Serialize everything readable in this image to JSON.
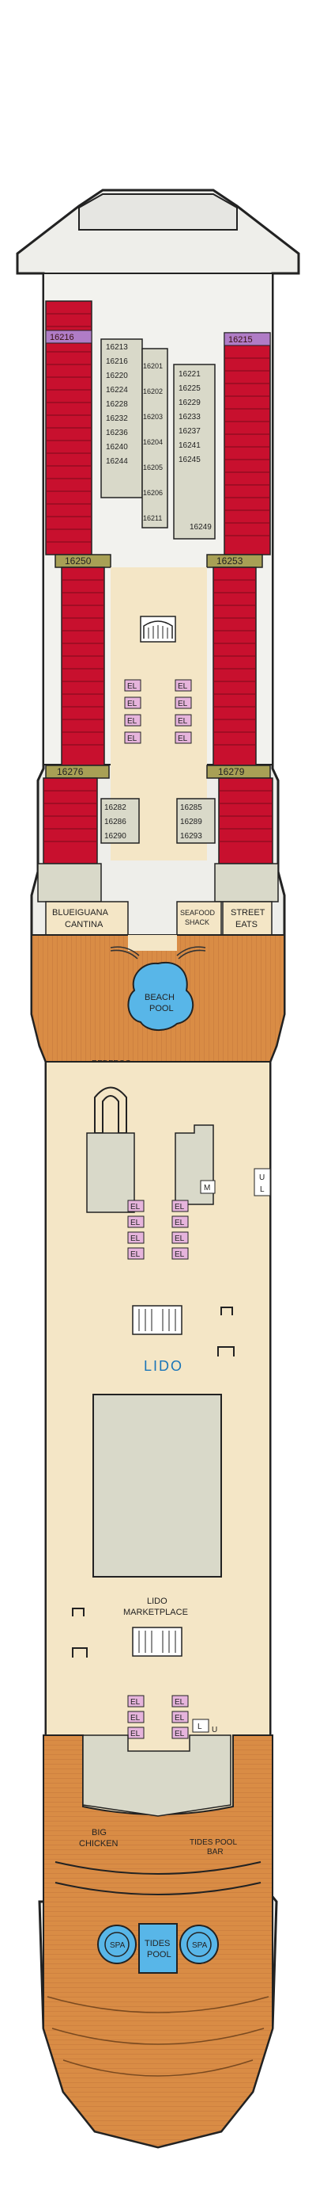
{
  "colors": {
    "cabin_red": "#c8102e",
    "suite_purple": "#b07cc6",
    "interior_gray": "#d9d9c9",
    "deck_cream": "#f4e6c6",
    "wood": "#d98c45",
    "pool_blue": "#58b6e8",
    "elevator_pink": "#e6b4dc",
    "olive": "#a8a055",
    "outline": "#222222",
    "lido_text": "#1a75b8"
  },
  "special_cabins": {
    "left_suite": "16216",
    "right_suite": "16215",
    "left_mid": "16250",
    "right_mid": "16253",
    "left_aft": "16276",
    "right_aft": "16279"
  },
  "interior_cabins": {
    "col_a": [
      "16213",
      "16216",
      "16220",
      "16224",
      "16228",
      "16232",
      "16236",
      "16240",
      "16244"
    ],
    "col_b": [
      "16201",
      "16202",
      "16203",
      "16204",
      "16205",
      "16206",
      "16211"
    ],
    "col_c": [
      "16221",
      "16225",
      "16229",
      "16233",
      "16237",
      "16241",
      "16245",
      "16249"
    ],
    "aft_left": [
      "16282",
      "16286",
      "16290"
    ],
    "aft_right": [
      "16285",
      "16289",
      "16293"
    ]
  },
  "venues": {
    "blueiguana": "BLUEIGUANA CANTINA",
    "seafood": "SEAFOOD SHACK",
    "street_eats": "STREET EATS",
    "beach_pool": "BEACH POOL",
    "redfrog": "REDFROG TIKI BAR",
    "lido": "LIDO",
    "lido_marketplace": "LIDO MARKETPLACE",
    "big_chicken": "BIG CHICKEN",
    "tides_pool_bar": "TIDES POOL BAR",
    "spa_left": "SPA",
    "spa_right": "SPA",
    "tides_pool": "TIDES POOL"
  },
  "symbols": {
    "elevator": "EL",
    "mens": "M",
    "unisex": "U",
    "ladies": "L"
  }
}
